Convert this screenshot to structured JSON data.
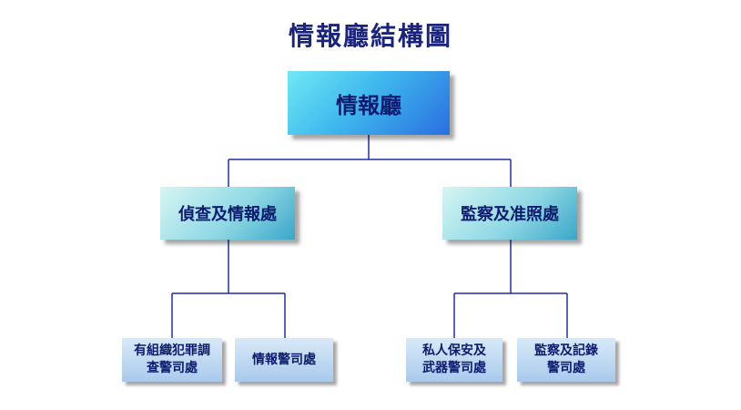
{
  "title": "情報廳結構圖",
  "root": {
    "label": "情報廳"
  },
  "branches": [
    {
      "label": "偵查及情報處",
      "children": [
        {
          "line1": "有組織犯罪調",
          "line2": "查警司處"
        },
        {
          "line1": "情報警司處",
          "line2": ""
        }
      ]
    },
    {
      "label": "監察及准照處",
      "children": [
        {
          "line1": "私人保安及",
          "line2": "武器警司處"
        },
        {
          "line1": "監察及記錄",
          "line2": "警司處"
        }
      ]
    }
  ],
  "colors": {
    "title": "#1a237e",
    "line": "#1f2fa8",
    "text": "#0d1b6e"
  }
}
